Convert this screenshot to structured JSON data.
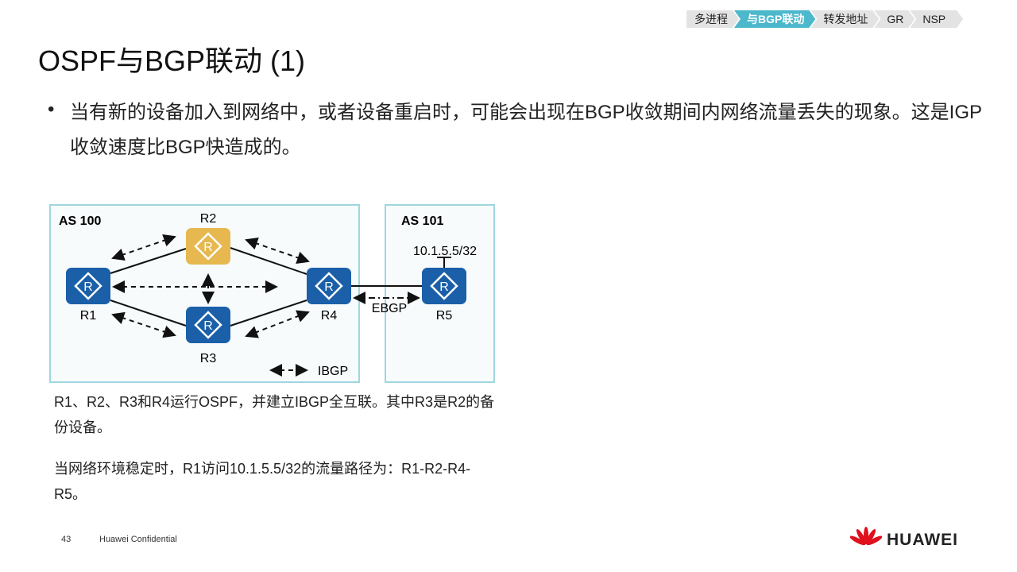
{
  "nav": {
    "items": [
      {
        "label": "多进程"
      },
      {
        "label": "与BGP联动",
        "active": true
      },
      {
        "label": "转发地址"
      },
      {
        "label": "GR"
      },
      {
        "label": "NSP"
      }
    ]
  },
  "title": "OSPF与BGP联动 (1)",
  "bullet": "当有新的设备加入到网络中，或者设备重启时，可能会出现在BGP收敛期间内网络流量丢失的现象。这是IGP收敛速度比BGP快造成的。",
  "diagram": {
    "as100": "AS 100",
    "as101": "AS 101",
    "routers": {
      "r1": "R1",
      "r2": "R2",
      "r3": "R3",
      "r4": "R4",
      "r5": "R5"
    },
    "router_glyph": "R",
    "prefix": "10.1.5.5/32",
    "ebgp": "EBGP",
    "legend_ibgp": "IBGP",
    "colors": {
      "router": "#1a5fa8",
      "backup_router": "#e6b84f",
      "as_border": "#9fd6df"
    }
  },
  "caption1": "R1、R2、R3和R4运行OSPF，并建立IBGP全互联。其中R3是R2的备份设备。",
  "caption2": "当网络环境稳定时，R1访问10.1.5.5/32的流量路径为：R1-R2-R4-R5。",
  "footer": {
    "page": "43",
    "confidential": "Huawei Confidential",
    "brand": "HUAWEI"
  }
}
